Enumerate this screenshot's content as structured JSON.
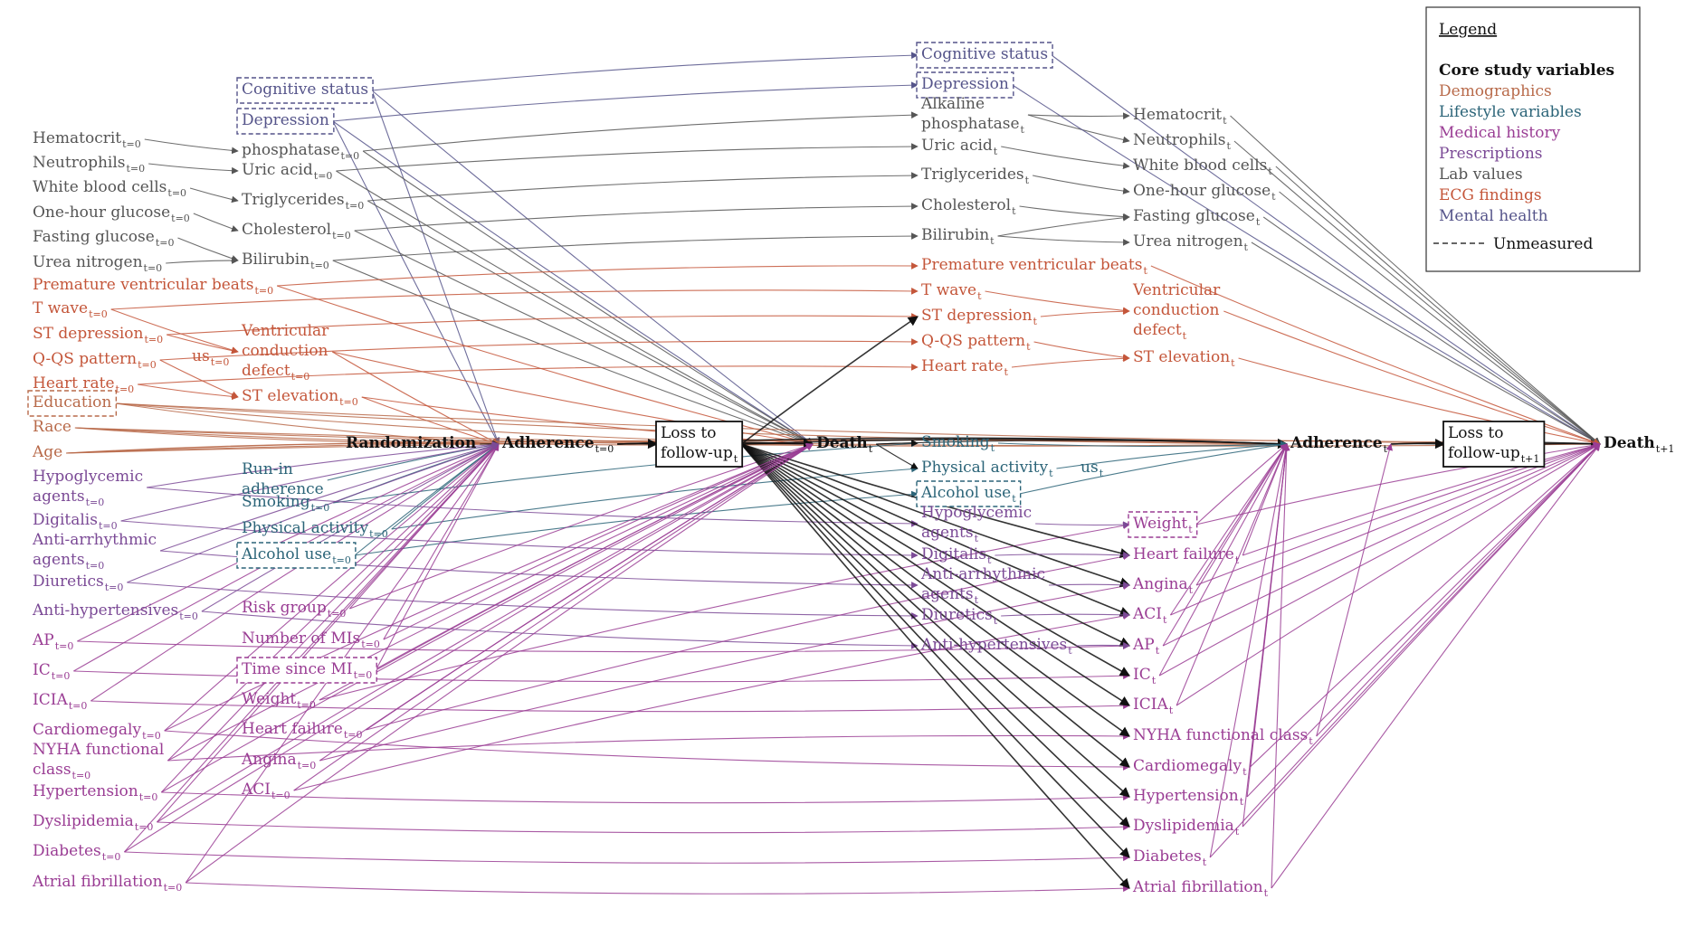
{
  "colors": {
    "core": "#111111",
    "demographics": "#b86a4a",
    "lifestyle": "#2b6478",
    "medical": "#9a3d94",
    "prescriptions": "#7b4a96",
    "lab": "#555555",
    "ecg": "#c4563a",
    "mental": "#55548a"
  },
  "legend": {
    "title": "Legend",
    "items": [
      {
        "label": "Core study variables",
        "cat": "core"
      },
      {
        "label": "Demographics",
        "cat": "demographics"
      },
      {
        "label": "Lifestyle variables",
        "cat": "lifestyle"
      },
      {
        "label": "Medical history",
        "cat": "medical"
      },
      {
        "label": "Prescriptions",
        "cat": "prescriptions"
      },
      {
        "label": "Lab values",
        "cat": "lab"
      },
      {
        "label": "ECG findings",
        "cat": "ecg"
      },
      {
        "label": "Mental health",
        "cat": "mental"
      }
    ],
    "unmeasured_label": "Unmeasured"
  },
  "nodes": [
    {
      "id": "hema0",
      "label": "Hematocrit",
      "sub": "t=0",
      "cat": "lab"
    },
    {
      "id": "neut0",
      "label": "Neutrophils",
      "sub": "t=0",
      "cat": "lab"
    },
    {
      "id": "wbc0",
      "label": "White blood cells",
      "sub": "t=0",
      "cat": "lab"
    },
    {
      "id": "ohg0",
      "label": "One-hour glucose",
      "sub": "t=0",
      "cat": "lab"
    },
    {
      "id": "fg0",
      "label": "Fasting glucose",
      "sub": "t=0",
      "cat": "lab"
    },
    {
      "id": "un0",
      "label": "Urea nitrogen",
      "sub": "t=0",
      "cat": "lab"
    },
    {
      "id": "pvb0",
      "label": "Premature ventricular beats",
      "sub": "t=0",
      "cat": "ecg"
    },
    {
      "id": "tw0",
      "label": "T wave",
      "sub": "t=0",
      "cat": "ecg"
    },
    {
      "id": "std0",
      "label": "ST depression",
      "sub": "t=0",
      "cat": "ecg"
    },
    {
      "id": "qqs0",
      "label": "Q-QS pattern",
      "sub": "t=0",
      "cat": "ecg"
    },
    {
      "id": "hr0",
      "label": "Heart rate",
      "sub": "t=0",
      "cat": "ecg"
    },
    {
      "id": "edu",
      "label": "Education",
      "sub": "",
      "cat": "demographics",
      "unmeasured": true
    },
    {
      "id": "race",
      "label": "Race",
      "sub": "",
      "cat": "demographics"
    },
    {
      "id": "age",
      "label": "Age",
      "sub": "",
      "cat": "demographics"
    },
    {
      "id": "hypo0",
      "label": "Hypoglycemic",
      "label2": "agents",
      "sub": "t=0",
      "cat": "prescriptions"
    },
    {
      "id": "dig0",
      "label": "Digitalis",
      "sub": "t=0",
      "cat": "prescriptions"
    },
    {
      "id": "anti0",
      "label": "Anti-arrhythmic",
      "label2": "agents",
      "sub": "t=0",
      "cat": "prescriptions"
    },
    {
      "id": "diu0",
      "label": "Diuretics",
      "sub": "t=0",
      "cat": "prescriptions"
    },
    {
      "id": "ahyp0",
      "label": "Anti-hypertensives",
      "sub": "t=0",
      "cat": "prescriptions"
    },
    {
      "id": "ap0",
      "label": "AP",
      "sub": "t=0",
      "cat": "medical"
    },
    {
      "id": "ic0",
      "label": "IC",
      "sub": "t=0",
      "cat": "medical"
    },
    {
      "id": "icia0",
      "label": "ICIA",
      "sub": "t=0",
      "cat": "medical"
    },
    {
      "id": "card0",
      "label": "Cardiomegaly",
      "sub": "t=0",
      "cat": "medical"
    },
    {
      "id": "nyha0",
      "label": "NYHA functional",
      "label2": "class",
      "sub": "t=0",
      "cat": "medical"
    },
    {
      "id": "htn0",
      "label": "Hypertension",
      "sub": "t=0",
      "cat": "medical"
    },
    {
      "id": "dys0",
      "label": "Dyslipidemia",
      "sub": "t=0",
      "cat": "medical"
    },
    {
      "id": "dia0",
      "label": "Diabetes",
      "sub": "t=0",
      "cat": "medical"
    },
    {
      "id": "af0",
      "label": "Atrial fibrillation",
      "sub": "t=0",
      "cat": "medical"
    },
    {
      "id": "cog0",
      "label": "Cognitive status",
      "sub": "",
      "cat": "mental",
      "unmeasured": true
    },
    {
      "id": "dep0",
      "label": "Depression",
      "sub": "",
      "cat": "mental",
      "unmeasured": true
    },
    {
      "id": "alk0",
      "label": "phosphatase",
      "sub": "t=0",
      "cat": "lab"
    },
    {
      "id": "uric0",
      "label": "Uric acid",
      "sub": "t=0",
      "cat": "lab"
    },
    {
      "id": "tri0",
      "label": "Triglycerides",
      "sub": "t=0",
      "cat": "lab"
    },
    {
      "id": "chol0",
      "label": "Cholesterol",
      "sub": "t=0",
      "cat": "lab"
    },
    {
      "id": "bili0",
      "label": "Bilirubin",
      "sub": "t=0",
      "cat": "lab"
    },
    {
      "id": "us0",
      "label": "us",
      "sub": "t=0",
      "cat": "ecg"
    },
    {
      "id": "vcd0",
      "label": "Ventricular",
      "label2": "conduction",
      "label3": "defect",
      "sub": "t=0",
      "cat": "ecg"
    },
    {
      "id": "ste0",
      "label": "ST elevation",
      "sub": "t=0",
      "cat": "ecg"
    },
    {
      "id": "runin",
      "label": "Run-in",
      "label2": "adherence",
      "sub": "",
      "cat": "lifestyle"
    },
    {
      "id": "smk0",
      "label": "Smoking",
      "sub": "t=0",
      "cat": "lifestyle"
    },
    {
      "id": "pa0",
      "label": "Physical activity",
      "sub": "t=0",
      "cat": "lifestyle"
    },
    {
      "id": "alc0",
      "label": "Alcohol use",
      "sub": "t=0",
      "cat": "lifestyle",
      "unmeasured": true
    },
    {
      "id": "risk0",
      "label": "Risk group",
      "sub": "t=0",
      "cat": "medical"
    },
    {
      "id": "nmi0",
      "label": "Number of MIs",
      "sub": "t=0",
      "cat": "medical"
    },
    {
      "id": "tmi0",
      "label": "Time since MI",
      "sub": "t=0",
      "cat": "medical",
      "unmeasured": true
    },
    {
      "id": "wt0",
      "label": "Weight",
      "sub": "t=0",
      "cat": "medical"
    },
    {
      "id": "hf0",
      "label": "Heart failure",
      "sub": "t=0",
      "cat": "medical"
    },
    {
      "id": "ang0",
      "label": "Angina",
      "sub": "t=0",
      "cat": "medical"
    },
    {
      "id": "aci0",
      "label": "ACI",
      "sub": "t=0",
      "cat": "medical"
    },
    {
      "id": "rand",
      "label": "Randomization",
      "sub": "",
      "cat": "core"
    },
    {
      "id": "adh0",
      "label": "Adherence",
      "sub": "t=0",
      "cat": "core"
    },
    {
      "id": "lft",
      "label": "Loss to",
      "label2": "follow-up",
      "sub": "t",
      "cat": "core",
      "boxed": true
    },
    {
      "id": "deatht",
      "label": "Death",
      "sub": "t",
      "cat": "core"
    },
    {
      "id": "cogt",
      "label": "Cognitive status",
      "sub": "",
      "cat": "mental",
      "unmeasured": true
    },
    {
      "id": "dept",
      "label": "Depression",
      "sub": "",
      "cat": "mental",
      "unmeasured": true
    },
    {
      "id": "alkt",
      "label": "Alkaline",
      "label2": "phosphatase",
      "sub": "t",
      "cat": "lab"
    },
    {
      "id": "urict",
      "label": "Uric acid",
      "sub": "t",
      "cat": "lab"
    },
    {
      "id": "trit",
      "label": "Triglycerides",
      "sub": "t",
      "cat": "lab"
    },
    {
      "id": "cholt",
      "label": "Cholesterol",
      "sub": "t",
      "cat": "lab"
    },
    {
      "id": "bilit",
      "label": "Bilirubin",
      "sub": "t",
      "cat": "lab"
    },
    {
      "id": "pvbt",
      "label": "Premature ventricular beats",
      "sub": "t",
      "cat": "ecg"
    },
    {
      "id": "twt",
      "label": "T wave",
      "sub": "t",
      "cat": "ecg"
    },
    {
      "id": "stdt",
      "label": "ST depression",
      "sub": "t",
      "cat": "ecg"
    },
    {
      "id": "qqst",
      "label": "Q-QS pattern",
      "sub": "t",
      "cat": "ecg"
    },
    {
      "id": "hrt",
      "label": "Heart rate",
      "sub": "t",
      "cat": "ecg"
    },
    {
      "id": "smkt",
      "label": "Smoking",
      "sub": "t",
      "cat": "lifestyle"
    },
    {
      "id": "pat",
      "label": "Physical activity",
      "sub": "t",
      "cat": "lifestyle"
    },
    {
      "id": "ust",
      "label": "us",
      "sub": "t",
      "cat": "lifestyle"
    },
    {
      "id": "alct",
      "label": "Alcohol use",
      "sub": "t",
      "cat": "lifestyle",
      "unmeasured": true
    },
    {
      "id": "hypot",
      "label": "Hypoglycemic",
      "label2": "agents",
      "sub": "t",
      "cat": "prescriptions"
    },
    {
      "id": "digt",
      "label": "Digitalis",
      "sub": "t",
      "cat": "prescriptions"
    },
    {
      "id": "antit",
      "label": "Anti-arrhythmic",
      "label2": "agents",
      "sub": "t",
      "cat": "prescriptions"
    },
    {
      "id": "diut",
      "label": "Diuretics",
      "sub": "t",
      "cat": "prescriptions"
    },
    {
      "id": "ahypt",
      "label": "Anti-hypertensives",
      "sub": "t",
      "cat": "prescriptions"
    },
    {
      "id": "hemat",
      "label": "Hematocrit",
      "sub": "t",
      "cat": "lab"
    },
    {
      "id": "neutt",
      "label": "Neutrophils",
      "sub": "t",
      "cat": "lab"
    },
    {
      "id": "wbct",
      "label": "White blood cells",
      "sub": "t",
      "cat": "lab"
    },
    {
      "id": "ohgt",
      "label": "One-hour glucose",
      "sub": "t",
      "cat": "lab"
    },
    {
      "id": "fgt",
      "label": "Fasting glucose",
      "sub": "t",
      "cat": "lab"
    },
    {
      "id": "unt",
      "label": "Urea nitrogen",
      "sub": "t",
      "cat": "lab"
    },
    {
      "id": "vcdt",
      "label": "Ventricular",
      "label2": "conduction",
      "label3": "defect",
      "sub": "t",
      "cat": "ecg"
    },
    {
      "id": "stet",
      "label": "ST elevation",
      "sub": "t",
      "cat": "ecg"
    },
    {
      "id": "adht",
      "label": "Adherence",
      "sub": "t",
      "cat": "core"
    },
    {
      "id": "wtt",
      "label": "Weight",
      "sub": "t",
      "cat": "medical",
      "unmeasured": true
    },
    {
      "id": "hft",
      "label": "Heart failure",
      "sub": "t",
      "cat": "medical"
    },
    {
      "id": "angt",
      "label": "Angina",
      "sub": "t",
      "cat": "medical"
    },
    {
      "id": "acit",
      "label": "ACI",
      "sub": "t",
      "cat": "medical"
    },
    {
      "id": "apt",
      "label": "AP",
      "sub": "t",
      "cat": "medical"
    },
    {
      "id": "ict",
      "label": "IC",
      "sub": "t",
      "cat": "medical"
    },
    {
      "id": "iciat",
      "label": "ICIA",
      "sub": "t",
      "cat": "medical"
    },
    {
      "id": "nyhat",
      "label": "NYHA functional class",
      "sub": "t",
      "cat": "medical"
    },
    {
      "id": "cardt",
      "label": "Cardiomegaly",
      "sub": "t",
      "cat": "medical"
    },
    {
      "id": "htnt",
      "label": "Hypertension",
      "sub": "t",
      "cat": "medical"
    },
    {
      "id": "dyst",
      "label": "Dyslipidemia",
      "sub": "t",
      "cat": "medical"
    },
    {
      "id": "diat",
      "label": "Diabetes",
      "sub": "t",
      "cat": "medical"
    },
    {
      "id": "aft",
      "label": "Atrial fibrillation",
      "sub": "t",
      "cat": "medical"
    },
    {
      "id": "lft1",
      "label": "Loss to",
      "label2": "follow-up",
      "sub": "t+1",
      "cat": "core",
      "boxed": true
    },
    {
      "id": "death1",
      "label": "Death",
      "sub": "t+1",
      "cat": "core"
    }
  ],
  "edges": [
    [
      "hema0",
      "alk0"
    ],
    [
      "neut0",
      "uric0"
    ],
    [
      "wbc0",
      "tri0"
    ],
    [
      "ohg0",
      "chol0"
    ],
    [
      "fg0",
      "bili0"
    ],
    [
      "un0",
      "bili0"
    ],
    [
      "tw0",
      "vcd0"
    ],
    [
      "std0",
      "vcd0"
    ],
    [
      "qqs0",
      "ste0"
    ],
    [
      "hr0",
      "ste0"
    ],
    [
      "cog0",
      "cogt"
    ],
    [
      "cog0",
      "deatht"
    ],
    [
      "cog0",
      "adh0"
    ],
    [
      "dep0",
      "dept"
    ],
    [
      "dep0",
      "deatht"
    ],
    [
      "dep0",
      "adh0"
    ],
    [
      "alk0",
      "alkt"
    ],
    [
      "alk0",
      "deatht"
    ],
    [
      "uric0",
      "urict"
    ],
    [
      "uric0",
      "deatht"
    ],
    [
      "tri0",
      "trit"
    ],
    [
      "tri0",
      "deatht"
    ],
    [
      "chol0",
      "cholt"
    ],
    [
      "chol0",
      "deatht"
    ],
    [
      "bili0",
      "bilit"
    ],
    [
      "bili0",
      "deatht"
    ],
    [
      "pvb0",
      "pvbt"
    ],
    [
      "pvb0",
      "deatht"
    ],
    [
      "tw0",
      "twt"
    ],
    [
      "std0",
      "stdt"
    ],
    [
      "qqs0",
      "qqst"
    ],
    [
      "hr0",
      "hrt"
    ],
    [
      "vcd0",
      "deatht"
    ],
    [
      "vcd0",
      "adh0"
    ],
    [
      "ste0",
      "deatht"
    ],
    [
      "ste0",
      "adh0"
    ],
    [
      "edu",
      "adh0"
    ],
    [
      "edu",
      "deatht"
    ],
    [
      "edu",
      "adht"
    ],
    [
      "edu",
      "death1"
    ],
    [
      "race",
      "adh0"
    ],
    [
      "race",
      "deatht"
    ],
    [
      "race",
      "adht"
    ],
    [
      "race",
      "death1"
    ],
    [
      "age",
      "adh0"
    ],
    [
      "age",
      "deatht"
    ],
    [
      "age",
      "adht"
    ],
    [
      "age",
      "death1"
    ],
    [
      "runin",
      "adh0"
    ],
    [
      "smk0",
      "adh0"
    ],
    [
      "smk0",
      "smkt"
    ],
    [
      "pa0",
      "adh0"
    ],
    [
      "pa0",
      "pat"
    ],
    [
      "alc0",
      "adh0"
    ],
    [
      "alc0",
      "alct"
    ],
    [
      "hypo0",
      "hypot"
    ],
    [
      "dig0",
      "digt"
    ],
    [
      "anti0",
      "antit"
    ],
    [
      "diu0",
      "diut"
    ],
    [
      "ahyp0",
      "ahypt"
    ],
    [
      "ap0",
      "apt"
    ],
    [
      "ic0",
      "ict"
    ],
    [
      "icia0",
      "iciat"
    ],
    [
      "card0",
      "cardt"
    ],
    [
      "nyha0",
      "nyhat"
    ],
    [
      "htn0",
      "htnt"
    ],
    [
      "dys0",
      "dyst"
    ],
    [
      "dia0",
      "diat"
    ],
    [
      "af0",
      "aft"
    ],
    [
      "risk0",
      "adh0"
    ],
    [
      "risk0",
      "deatht"
    ],
    [
      "nmi0",
      "adh0"
    ],
    [
      "nmi0",
      "deatht"
    ],
    [
      "tmi0",
      "deatht"
    ],
    [
      "tmi0",
      "adh0"
    ],
    [
      "wt0",
      "wtt"
    ],
    [
      "wt0",
      "deatht"
    ],
    [
      "hf0",
      "hft"
    ],
    [
      "hf0",
      "deatht"
    ],
    [
      "ang0",
      "angt"
    ],
    [
      "ang0",
      "deatht"
    ],
    [
      "aci0",
      "acit"
    ],
    [
      "aci0",
      "deatht"
    ],
    [
      "rand",
      "adh0"
    ],
    [
      "adh0",
      "lft"
    ],
    [
      "adh0",
      "deatht"
    ],
    [
      "lft",
      "deatht"
    ],
    [
      "lft",
      "adht"
    ],
    [
      "adh0",
      "adht"
    ],
    [
      "deatht",
      "smkt"
    ],
    [
      "deatht",
      "pat"
    ],
    [
      "lft",
      "stdt"
    ],
    [
      "lft",
      "hft"
    ],
    [
      "lft",
      "angt"
    ],
    [
      "lft",
      "acit"
    ],
    [
      "lft",
      "apt"
    ],
    [
      "lft",
      "ict"
    ],
    [
      "lft",
      "iciat"
    ],
    [
      "lft",
      "nyhat"
    ],
    [
      "lft",
      "cardt"
    ],
    [
      "lft",
      "htnt"
    ],
    [
      "lft",
      "dyst"
    ],
    [
      "lft",
      "diat"
    ],
    [
      "lft",
      "aft"
    ],
    [
      "alkt",
      "hemat"
    ],
    [
      "alkt",
      "neutt"
    ],
    [
      "urict",
      "wbct"
    ],
    [
      "trit",
      "ohgt"
    ],
    [
      "cholt",
      "fgt"
    ],
    [
      "bilit",
      "fgt"
    ],
    [
      "bilit",
      "unt"
    ],
    [
      "twt",
      "vcdt"
    ],
    [
      "stdt",
      "vcdt"
    ],
    [
      "qqst",
      "stet"
    ],
    [
      "hrt",
      "stet"
    ],
    [
      "hypot",
      "wtt"
    ],
    [
      "digt",
      "hft"
    ],
    [
      "antit",
      "angt"
    ],
    [
      "diut",
      "acit"
    ],
    [
      "ahypt",
      "apt"
    ],
    [
      "adht",
      "lft1"
    ],
    [
      "lft1",
      "death1"
    ],
    [
      "adht",
      "death1"
    ],
    [
      "deatht",
      "adht"
    ],
    [
      "cogt",
      "death1"
    ],
    [
      "dept",
      "death1"
    ],
    [
      "hemat",
      "death1"
    ],
    [
      "neutt",
      "death1"
    ],
    [
      "wbct",
      "death1"
    ],
    [
      "ohgt",
      "death1"
    ],
    [
      "fgt",
      "death1"
    ],
    [
      "unt",
      "death1"
    ],
    [
      "vcdt",
      "death1"
    ],
    [
      "stet",
      "death1"
    ],
    [
      "pvbt",
      "death1"
    ],
    [
      "smkt",
      "adht"
    ],
    [
      "pat",
      "adht"
    ],
    [
      "alct",
      "adht"
    ],
    [
      "wtt",
      "adht"
    ],
    [
      "hft",
      "adht"
    ],
    [
      "angt",
      "adht"
    ],
    [
      "acit",
      "adht"
    ],
    [
      "apt",
      "adht"
    ],
    [
      "ict",
      "adht"
    ],
    [
      "iciat",
      "adht"
    ],
    [
      "nyhat",
      "adht"
    ],
    [
      "cardt",
      "adht"
    ],
    [
      "htnt",
      "adht"
    ],
    [
      "dyst",
      "adht"
    ],
    [
      "diat",
      "adht"
    ],
    [
      "aft",
      "adht"
    ],
    [
      "wtt",
      "death1"
    ],
    [
      "hft",
      "death1"
    ],
    [
      "angt",
      "death1"
    ],
    [
      "acit",
      "death1"
    ],
    [
      "apt",
      "death1"
    ],
    [
      "ict",
      "death1"
    ],
    [
      "iciat",
      "death1"
    ],
    [
      "nyhat",
      "death1"
    ],
    [
      "cardt",
      "death1"
    ],
    [
      "htnt",
      "death1"
    ],
    [
      "dyst",
      "death1"
    ],
    [
      "diat",
      "death1"
    ],
    [
      "aft",
      "death1"
    ],
    [
      "af0",
      "adh0"
    ],
    [
      "dia0",
      "adh0"
    ],
    [
      "dys0",
      "adh0"
    ],
    [
      "htn0",
      "adh0"
    ],
    [
      "nyha0",
      "adh0"
    ],
    [
      "card0",
      "adh0"
    ],
    [
      "icia0",
      "adh0"
    ],
    [
      "ic0",
      "adh0"
    ],
    [
      "ap0",
      "adh0"
    ],
    [
      "ahyp0",
      "adh0"
    ],
    [
      "diu0",
      "adh0"
    ],
    [
      "anti0",
      "adh0"
    ],
    [
      "dig0",
      "adh0"
    ],
    [
      "hypo0",
      "adh0"
    ],
    [
      "af0",
      "deatht"
    ],
    [
      "dia0",
      "deatht"
    ],
    [
      "dys0",
      "deatht"
    ],
    [
      "htn0",
      "deatht"
    ],
    [
      "card0",
      "deatht"
    ],
    [
      "nyha0",
      "deatht"
    ]
  ]
}
